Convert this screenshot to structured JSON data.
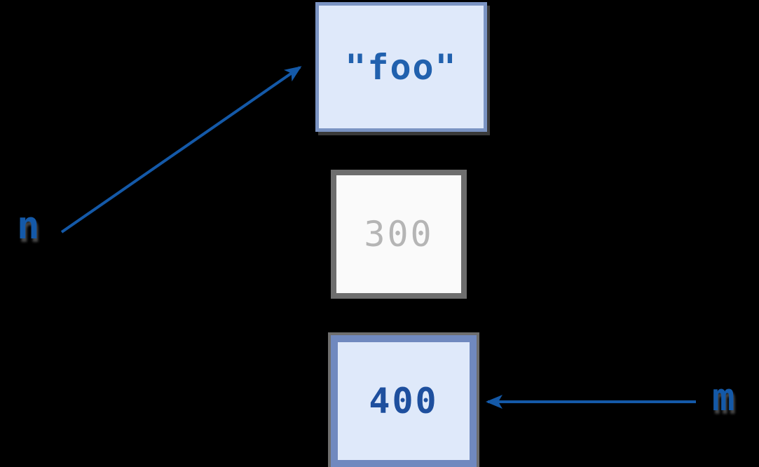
{
  "diagram": {
    "description": "variable reference diagram: names pointing to value boxes",
    "variables": [
      {
        "name": "n",
        "points_to": "foo_string_box"
      },
      {
        "name": "m",
        "points_to": "int_400_box"
      }
    ],
    "boxes": {
      "foo": {
        "value": "\"foo\"",
        "state": "referenced"
      },
      "old": {
        "value": "300",
        "state": "garbage-grayed-out"
      },
      "new": {
        "value": "400",
        "state": "referenced-highlighted"
      }
    },
    "colors": {
      "background": "#000000",
      "accent_blue": "#1459a8",
      "box_fill_blue": "#dfe9fa",
      "box_border_blue": "#7b94c3",
      "box_border_blue_strong": "#7089bf",
      "box_border_gray": "#6e6e6e",
      "box_fill_white": "#fafafa",
      "text_blue_foo": "#2161ae",
      "text_blue_400": "#1e4f9e",
      "text_gray_300": "#b5b5b5"
    }
  }
}
